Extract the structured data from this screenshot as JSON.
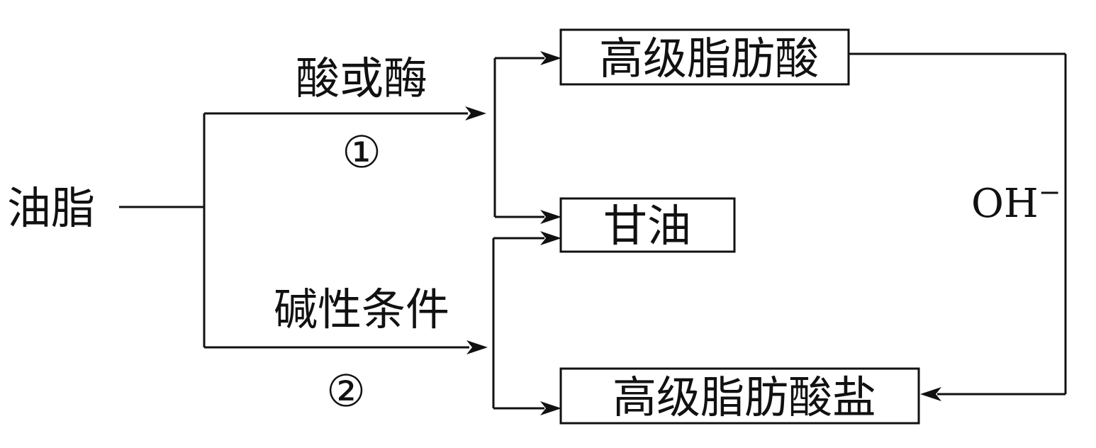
{
  "source": {
    "label": "油脂"
  },
  "routes": {
    "acid_enzyme": {
      "condition": "酸或酶",
      "number": "①"
    },
    "alkaline": {
      "condition": "碱性条件",
      "number": "②"
    }
  },
  "products": {
    "fatty_acid": "高级脂肪酸",
    "glycerol": "甘油",
    "fatty_acid_salt": "高级脂肪酸盐"
  },
  "conversion": {
    "reagent": "OH",
    "superscript": "−"
  }
}
